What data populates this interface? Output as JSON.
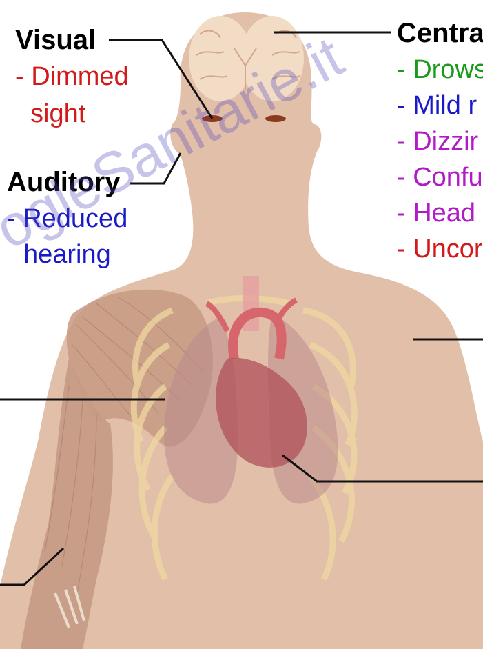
{
  "colors": {
    "skin": "#e2bfa8",
    "muscle": "#c79a84",
    "muscle_dark": "#a7766a",
    "lung": "#b98a8c",
    "heart": "#b0505a",
    "vessel": "#d7666c",
    "rib": "#f0d9a0",
    "brain": "#f2dcc6",
    "leader_line": "#111111",
    "green": "#1a9a1a",
    "blue": "#1a1ac8",
    "purple": "#b21ac8",
    "red": "#d21a1a",
    "watermark": "#5046be"
  },
  "labels": {
    "visual": {
      "heading": "Visual",
      "items": [
        {
          "text": "- Dimmed",
          "color": "red"
        },
        {
          "text": "sight",
          "color": "red"
        }
      ]
    },
    "auditory": {
      "heading": "Auditory",
      "items": [
        {
          "text": "- Reduced",
          "color": "blue"
        },
        {
          "text": "hearing",
          "color": "blue"
        }
      ]
    },
    "central": {
      "heading": "Centra",
      "items": [
        {
          "text": "- Drows",
          "color": "green"
        },
        {
          "text": "- Mild r",
          "color": "blue"
        },
        {
          "text": "- Dizzir",
          "color": "purple"
        },
        {
          "text": "- Confu",
          "color": "purple"
        },
        {
          "text": "- Head",
          "color": "purple"
        },
        {
          "text": "- Uncor",
          "color": "red"
        }
      ]
    }
  },
  "watermark": "ogleSanitarie.it"
}
